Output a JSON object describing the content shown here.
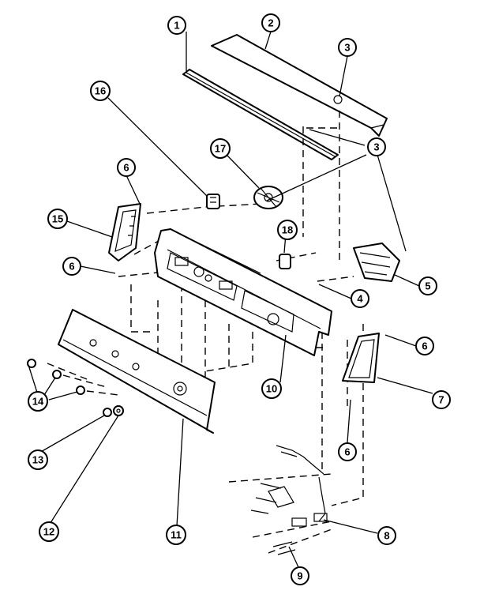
{
  "callouts": [
    {
      "id": "c1",
      "label": "1"
    },
    {
      "id": "c2",
      "label": "2"
    },
    {
      "id": "c3a",
      "label": "3"
    },
    {
      "id": "c3b",
      "label": "3"
    },
    {
      "id": "c4",
      "label": "4"
    },
    {
      "id": "c5",
      "label": "5"
    },
    {
      "id": "c6a",
      "label": "6"
    },
    {
      "id": "c6b",
      "label": "6"
    },
    {
      "id": "c6c",
      "label": "6"
    },
    {
      "id": "c6d",
      "label": "6"
    },
    {
      "id": "c7",
      "label": "7"
    },
    {
      "id": "c8",
      "label": "8"
    },
    {
      "id": "c9",
      "label": "9"
    },
    {
      "id": "c10",
      "label": "10"
    },
    {
      "id": "c11",
      "label": "11"
    },
    {
      "id": "c12",
      "label": "12"
    },
    {
      "id": "c13",
      "label": "13"
    },
    {
      "id": "c14",
      "label": "14"
    },
    {
      "id": "c15",
      "label": "15"
    },
    {
      "id": "c16",
      "label": "16"
    },
    {
      "id": "c17",
      "label": "17"
    },
    {
      "id": "c18",
      "label": "18"
    }
  ]
}
